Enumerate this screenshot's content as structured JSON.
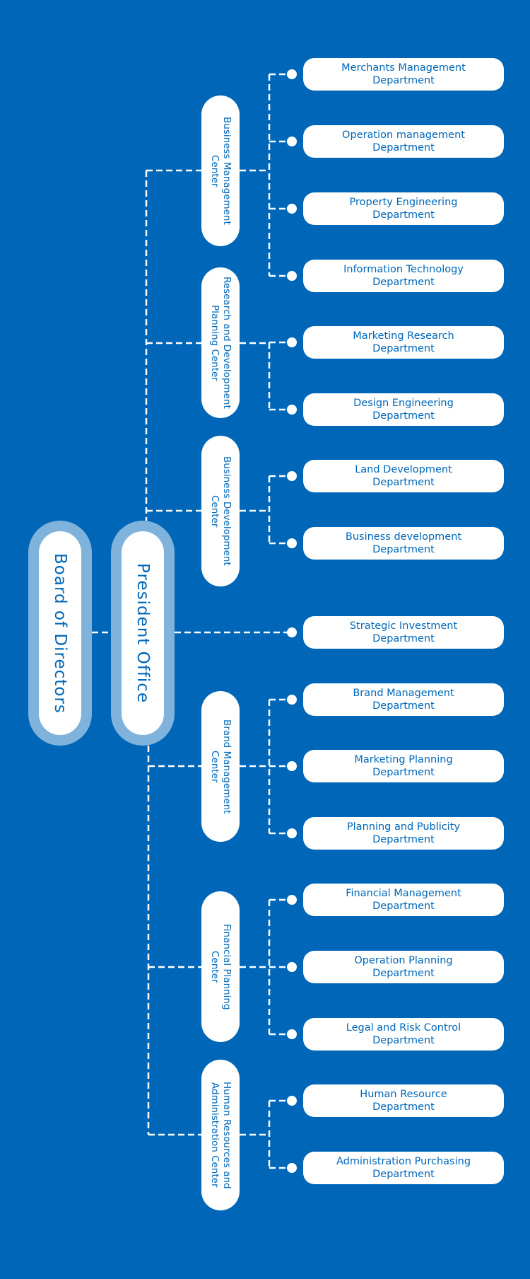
{
  "root": {
    "label": "Board of Directors"
  },
  "president": {
    "label": "President Office"
  },
  "centers": [
    {
      "label": "Business Management\nCenter",
      "departments": [
        "Merchants Management\nDepartment",
        "Operation management\nDepartment",
        "Property Engineering\nDepartment",
        "Information Technology\nDepartment"
      ]
    },
    {
      "label": "Research and Development\nPlanning Center",
      "departments": [
        "Marketing Research\nDepartment",
        "Design Engineering\nDepartment"
      ]
    },
    {
      "label": "Business Development\nCenter",
      "departments": [
        "Land Development\nDepartment",
        "Business development\nDepartment"
      ]
    },
    {
      "label": "Brand Management\nCenter",
      "departments": [
        "Brand Management\nDepartment",
        "Marketing Planning\nDepartment",
        "Planning and Publicity\nDepartment"
      ]
    },
    {
      "label": "Financial Planning\nCenter",
      "departments": [
        "Financial Management\nDepartment",
        "Operation Planning\nDepartment",
        "Legal and Risk Control\nDepartment"
      ]
    },
    {
      "label": "Human Resources and\nAdministration Center",
      "departments": [
        "Human Resource\nDepartment",
        "Administration Purchasing\nDepartment"
      ]
    }
  ],
  "direct_departments": [
    "Strategic Investment\nDepartment"
  ]
}
